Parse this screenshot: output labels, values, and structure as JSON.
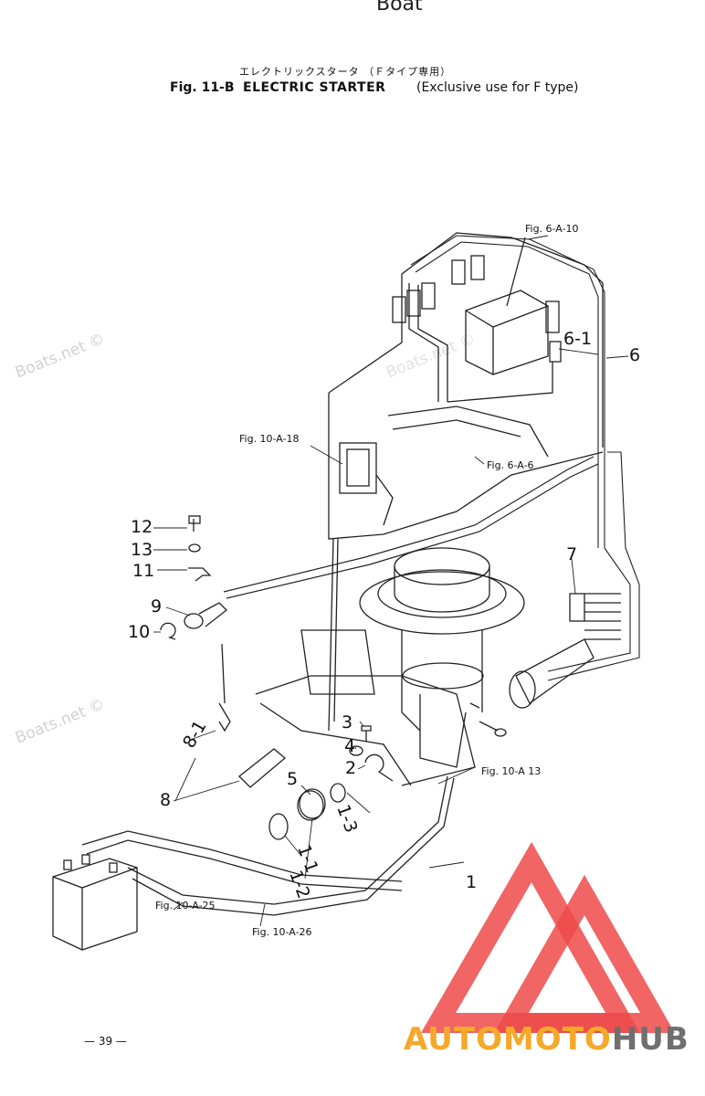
{
  "watermark": {
    "top": "Boat",
    "repeated": "Boats.net ©"
  },
  "title": {
    "japanese": "エレクトリックスタータ （Ｆタイプ専用）",
    "fig_label": "Fig. 11-B",
    "main": "ELECTRIC STARTER",
    "subtitle": "(Exclusive use for F type)"
  },
  "references": {
    "fig_6_a_10": "Fig. 6-A-10",
    "fig_10_a_18": "Fig. 10-A-18",
    "fig_6_a_6": "Fig. 6-A-6",
    "fig_10_a_13": "Fig. 10-A 13",
    "fig_10_a_25": "Fig. 10-A-25",
    "fig_10_a_26": "Fig. 10-A-26"
  },
  "part_numbers": {
    "p6_1": "6-1",
    "p6": "6",
    "p7": "7",
    "p12": "12",
    "p13": "13",
    "p11": "11",
    "p9": "9",
    "p10": "10",
    "p8_1": "8-1",
    "p8": "8",
    "p3": "3",
    "p4": "4",
    "p2": "2",
    "p5": "5",
    "p1_3": "1-3",
    "p1_1": "1-1",
    "p1_2": "1-2",
    "p1": "1"
  },
  "page_number": "— 39 —",
  "logo": {
    "part1": "AUTOMOTO",
    "part2": "HUB",
    "triangle_color": "#ee4a4a",
    "accent_color": "#f4a92b"
  }
}
